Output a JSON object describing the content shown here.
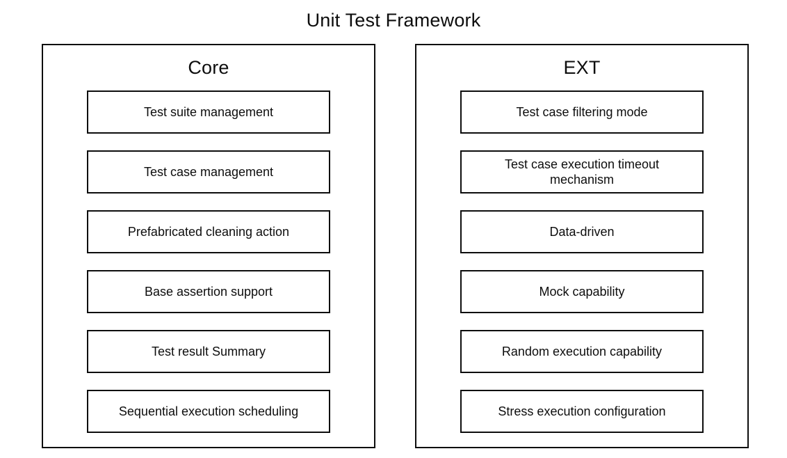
{
  "title": "Unit Test Framework",
  "colors": {
    "background": "#ffffff",
    "border": "#000000",
    "text": "#000000"
  },
  "columns": [
    {
      "header": "Core",
      "items": [
        "Test suite management",
        "Test case management",
        "Prefabricated cleaning action",
        "Base assertion support",
        "Test result Summary",
        "Sequential execution scheduling"
      ]
    },
    {
      "header": "EXT",
      "items": [
        "Test case filtering mode",
        "Test case execution timeout mechanism",
        "Data-driven",
        "Mock capability",
        "Random execution capability",
        "Stress execution configuration"
      ]
    }
  ]
}
